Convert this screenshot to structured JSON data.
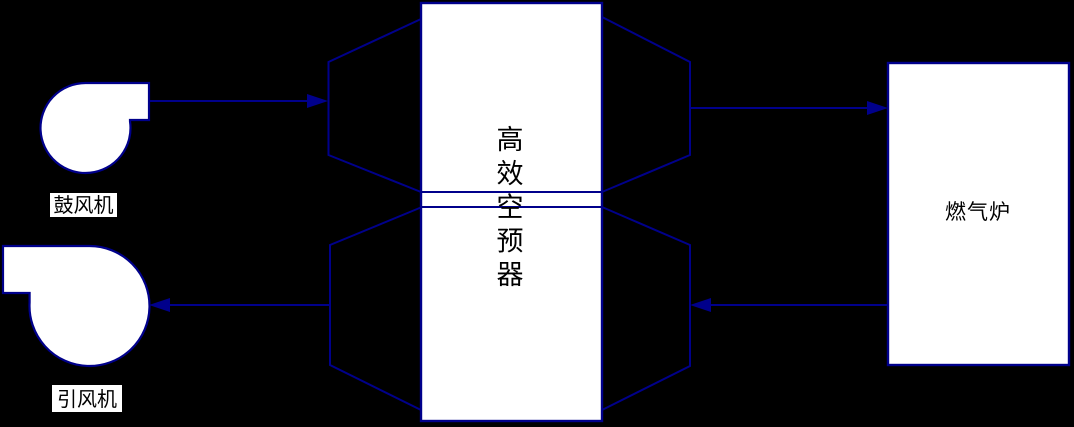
{
  "diagram": {
    "title": "boiler-air-preheater-flow-diagram",
    "nodes": {
      "blower": {
        "label": "鼓风机"
      },
      "induced_fan": {
        "label": "引风机"
      },
      "preheater": {
        "label": "高效空预器",
        "chars": [
          "高",
          "效",
          "空",
          "预",
          "器"
        ]
      },
      "furnace": {
        "label": "燃气炉"
      }
    },
    "colors": {
      "background": "#000000",
      "line": "#00008B",
      "shape_fill": "#ffffff",
      "text": "#000000"
    }
  }
}
